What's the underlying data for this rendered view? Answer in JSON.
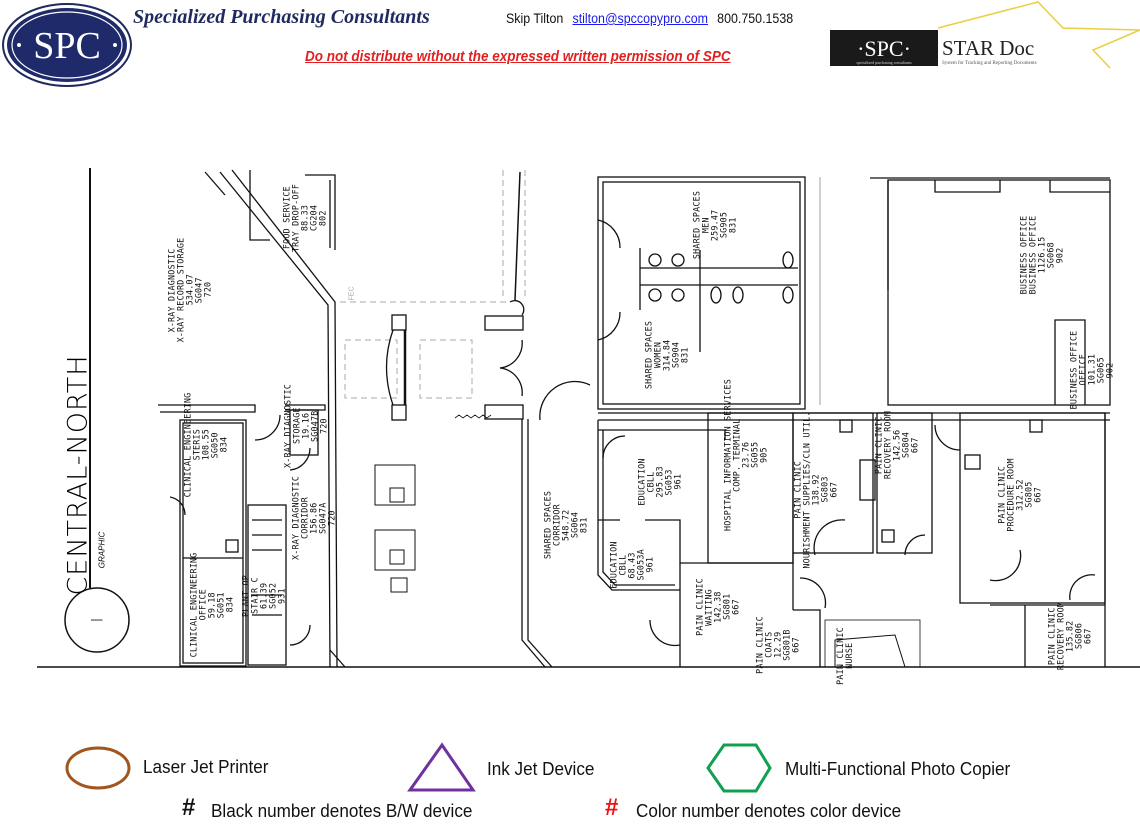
{
  "header": {
    "logo_text": "SPC",
    "company_name": "Specialized Purchasing Consultants",
    "contact_name": "Skip Tilton",
    "contact_email": "stilton@spccopypro.com",
    "contact_phone": "800.750.1538",
    "warning": "Do not distribute without the expressed written permission of SPC",
    "star_doc_logo": {
      "spc": "·SPC·",
      "title": "STAR Doc",
      "tagline": "System for Tracking and Reporting Documents",
      "sub": "specialized purchasing consultants"
    }
  },
  "plan": {
    "section_title": "CENTRAL-NORTH",
    "section_subtitle": "GRAPHIC",
    "section_marker": "I",
    "fec_label": "FEC",
    "rooms": [
      {
        "lines": [
          "X-RAY DIAGNOSTIC",
          "X-RAY RECORD STORAGE",
          "534.07",
          "SG047",
          "720"
        ]
      },
      {
        "lines": [
          "FOOD SERVICE",
          "TRAY DROP-OFF",
          "88.33",
          "CG204",
          "802"
        ]
      },
      {
        "lines": [
          "CLINICAL ENGINEERING",
          "STERIS",
          "108.55",
          "SG050",
          "834"
        ]
      },
      {
        "lines": [
          "X-RAY DIAGNOSTIC",
          "STORAGE",
          "19.16",
          "SG047B",
          "720"
        ]
      },
      {
        "lines": [
          "X-RAY DIAGNOSTIC",
          "CORRIDOR",
          "156.86",
          "SG047A",
          "720"
        ]
      },
      {
        "lines": [
          "CLINICAL ENGINEERING",
          "OFFICE",
          "59.18",
          "SG051",
          "834"
        ]
      },
      {
        "lines": [
          "PLANT OP",
          "STAIR C",
          "61.39",
          "SG052",
          "931"
        ]
      },
      {
        "lines": [
          "SHARED SPACES",
          "MEN",
          "259.47",
          "SG905",
          "831"
        ]
      },
      {
        "lines": [
          "SHARED SPACES",
          "WOMEN",
          "314.84",
          "SG904",
          "831"
        ]
      },
      {
        "lines": [
          "BUSINESS OFFICE",
          "BUSINESS OFFICE",
          "1126.15",
          "SG068",
          "902"
        ]
      },
      {
        "lines": [
          "BUSINESS OFFICE",
          "OFFICE",
          "101.31",
          "SG065",
          "902"
        ]
      },
      {
        "lines": [
          "HOSPITAL INFORMATION SERVICES",
          "COMP. TERMINAL",
          "23.76",
          "SG055",
          "905"
        ]
      },
      {
        "lines": [
          "EDUCATION",
          "CBLL",
          "295.83",
          "SG053",
          "961"
        ]
      },
      {
        "lines": [
          "EDUCATION",
          "CBLL",
          "68.43",
          "SG053A",
          "961"
        ]
      },
      {
        "lines": [
          "SHARED SPACES",
          "CORRIDOR",
          "548.72",
          "SG064",
          "831"
        ]
      },
      {
        "lines": [
          "PAIN CLINIC",
          "NOURISHMENT SUPPLIES/CLN UTIL.",
          "138.92",
          "SG803",
          "667"
        ]
      },
      {
        "lines": [
          "PAIN CLINIC",
          "RECOVERY ROOM",
          "142.56",
          "SG804",
          "667"
        ]
      },
      {
        "lines": [
          "PAIN CLINIC",
          "PROCEDURE ROOM",
          "312.52",
          "SG805",
          "667"
        ]
      },
      {
        "lines": [
          "PAIN CLINIC",
          "WAITING",
          "142.38",
          "SG801",
          "667"
        ]
      },
      {
        "lines": [
          "PAIN CLINIC",
          "COATS",
          "12.29",
          "SG801B",
          "667"
        ]
      },
      {
        "lines": [
          "PAIN CLINIC",
          "NURSE"
        ]
      },
      {
        "lines": [
          "PAIN CLINIC",
          "RECOVERY ROOM",
          "135.82",
          "SG806",
          "667"
        ]
      }
    ]
  },
  "legend": {
    "items": [
      {
        "label": "Laser Jet Printer",
        "icon": "circle-icon",
        "color": "#a0561e"
      },
      {
        "label": "Ink Jet Device",
        "icon": "triangle-icon",
        "color": "#7030a0"
      },
      {
        "label": "Multi-Functional Photo Copier",
        "icon": "hexagon-icon",
        "color": "#10a050"
      }
    ],
    "hash_symbol": "#",
    "bw_note": "Black number denotes B/W device",
    "color_note": "Color number denotes color device",
    "color_hash_color": "#ee1111"
  }
}
